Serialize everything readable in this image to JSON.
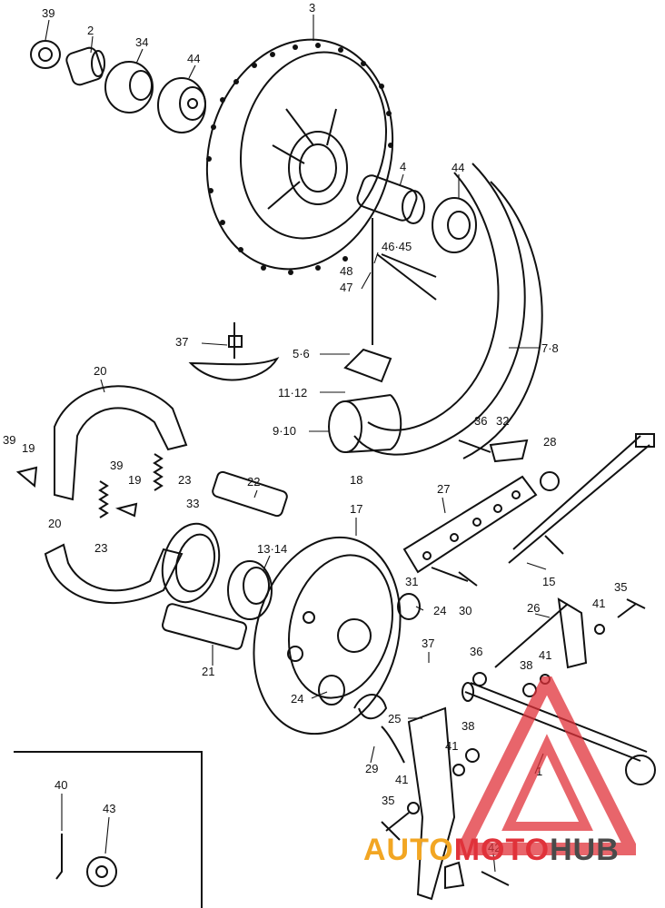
{
  "diagram": {
    "callouts": {
      "c39a": "39",
      "c2": "2",
      "c34": "34",
      "c44a": "44",
      "c3": "3",
      "c4": "4",
      "c44b": "44",
      "c4645": "46·45",
      "c48": "48",
      "c47": "47",
      "c37a": "37",
      "c56": "5·6",
      "c78": "7·8",
      "c20a": "20",
      "c1112": "11·12",
      "c910": "9·10",
      "c36a": "36",
      "c32": "32",
      "c28": "28",
      "c39b": "39",
      "c19a": "19",
      "c39c": "39",
      "c19b": "19",
      "c23a": "23",
      "c22": "22",
      "c18": "18",
      "c17": "17",
      "c27": "27",
      "c20b": "20",
      "c23b": "23",
      "c33": "33",
      "c1314": "13·14",
      "c15": "15",
      "c31": "31",
      "c30": "30",
      "c24a": "24",
      "c35a": "35",
      "c26": "26",
      "c41a": "41",
      "c21": "21",
      "c37b": "37",
      "c36b": "36",
      "c41b": "41",
      "c38a": "38",
      "c24b": "24",
      "c25": "25",
      "c38b": "38",
      "c41c": "41",
      "c1": "1",
      "c29": "29",
      "c41d": "41",
      "c40": "40",
      "c43": "43",
      "c35b": "35",
      "c42": "42"
    },
    "watermark": {
      "part1": "AUTO",
      "part2": "MOTO",
      "part3": "HUB"
    },
    "colors": {
      "line": "#111111",
      "watermark_orange": "#f2a623",
      "watermark_red": "#e0323a",
      "watermark_gray": "#4a4a4a"
    }
  }
}
